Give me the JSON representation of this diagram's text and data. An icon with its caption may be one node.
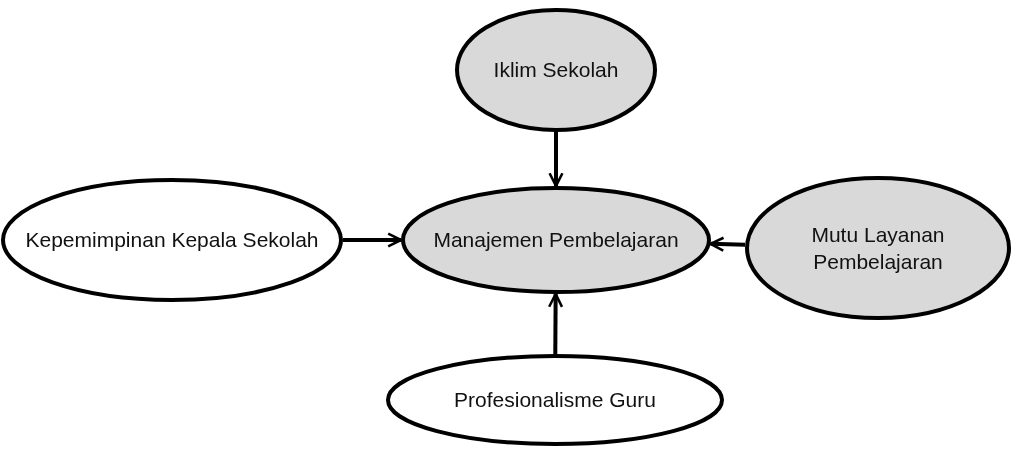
{
  "diagram": {
    "nodes": [
      {
        "text": [
          "Iklim Sekolah"
        ]
      },
      {
        "text": [
          "Kepemimpinan Kepala Sekolah"
        ]
      },
      {
        "text": [
          "Manajemen Pembelajaran"
        ]
      },
      {
        "text": [
          "Mutu Layanan Pembelajaran"
        ]
      },
      {
        "text": [
          "Profesionalisme Guru"
        ]
      }
    ],
    "edges": [
      {
        "from": 0,
        "to": 2,
        "arrow": "to"
      },
      {
        "from": 1,
        "to": 2,
        "arrow": "to"
      },
      {
        "from": 3,
        "to": 2,
        "arrow": "to"
      },
      {
        "from": 4,
        "to": 2,
        "arrow": "to"
      }
    ]
  }
}
